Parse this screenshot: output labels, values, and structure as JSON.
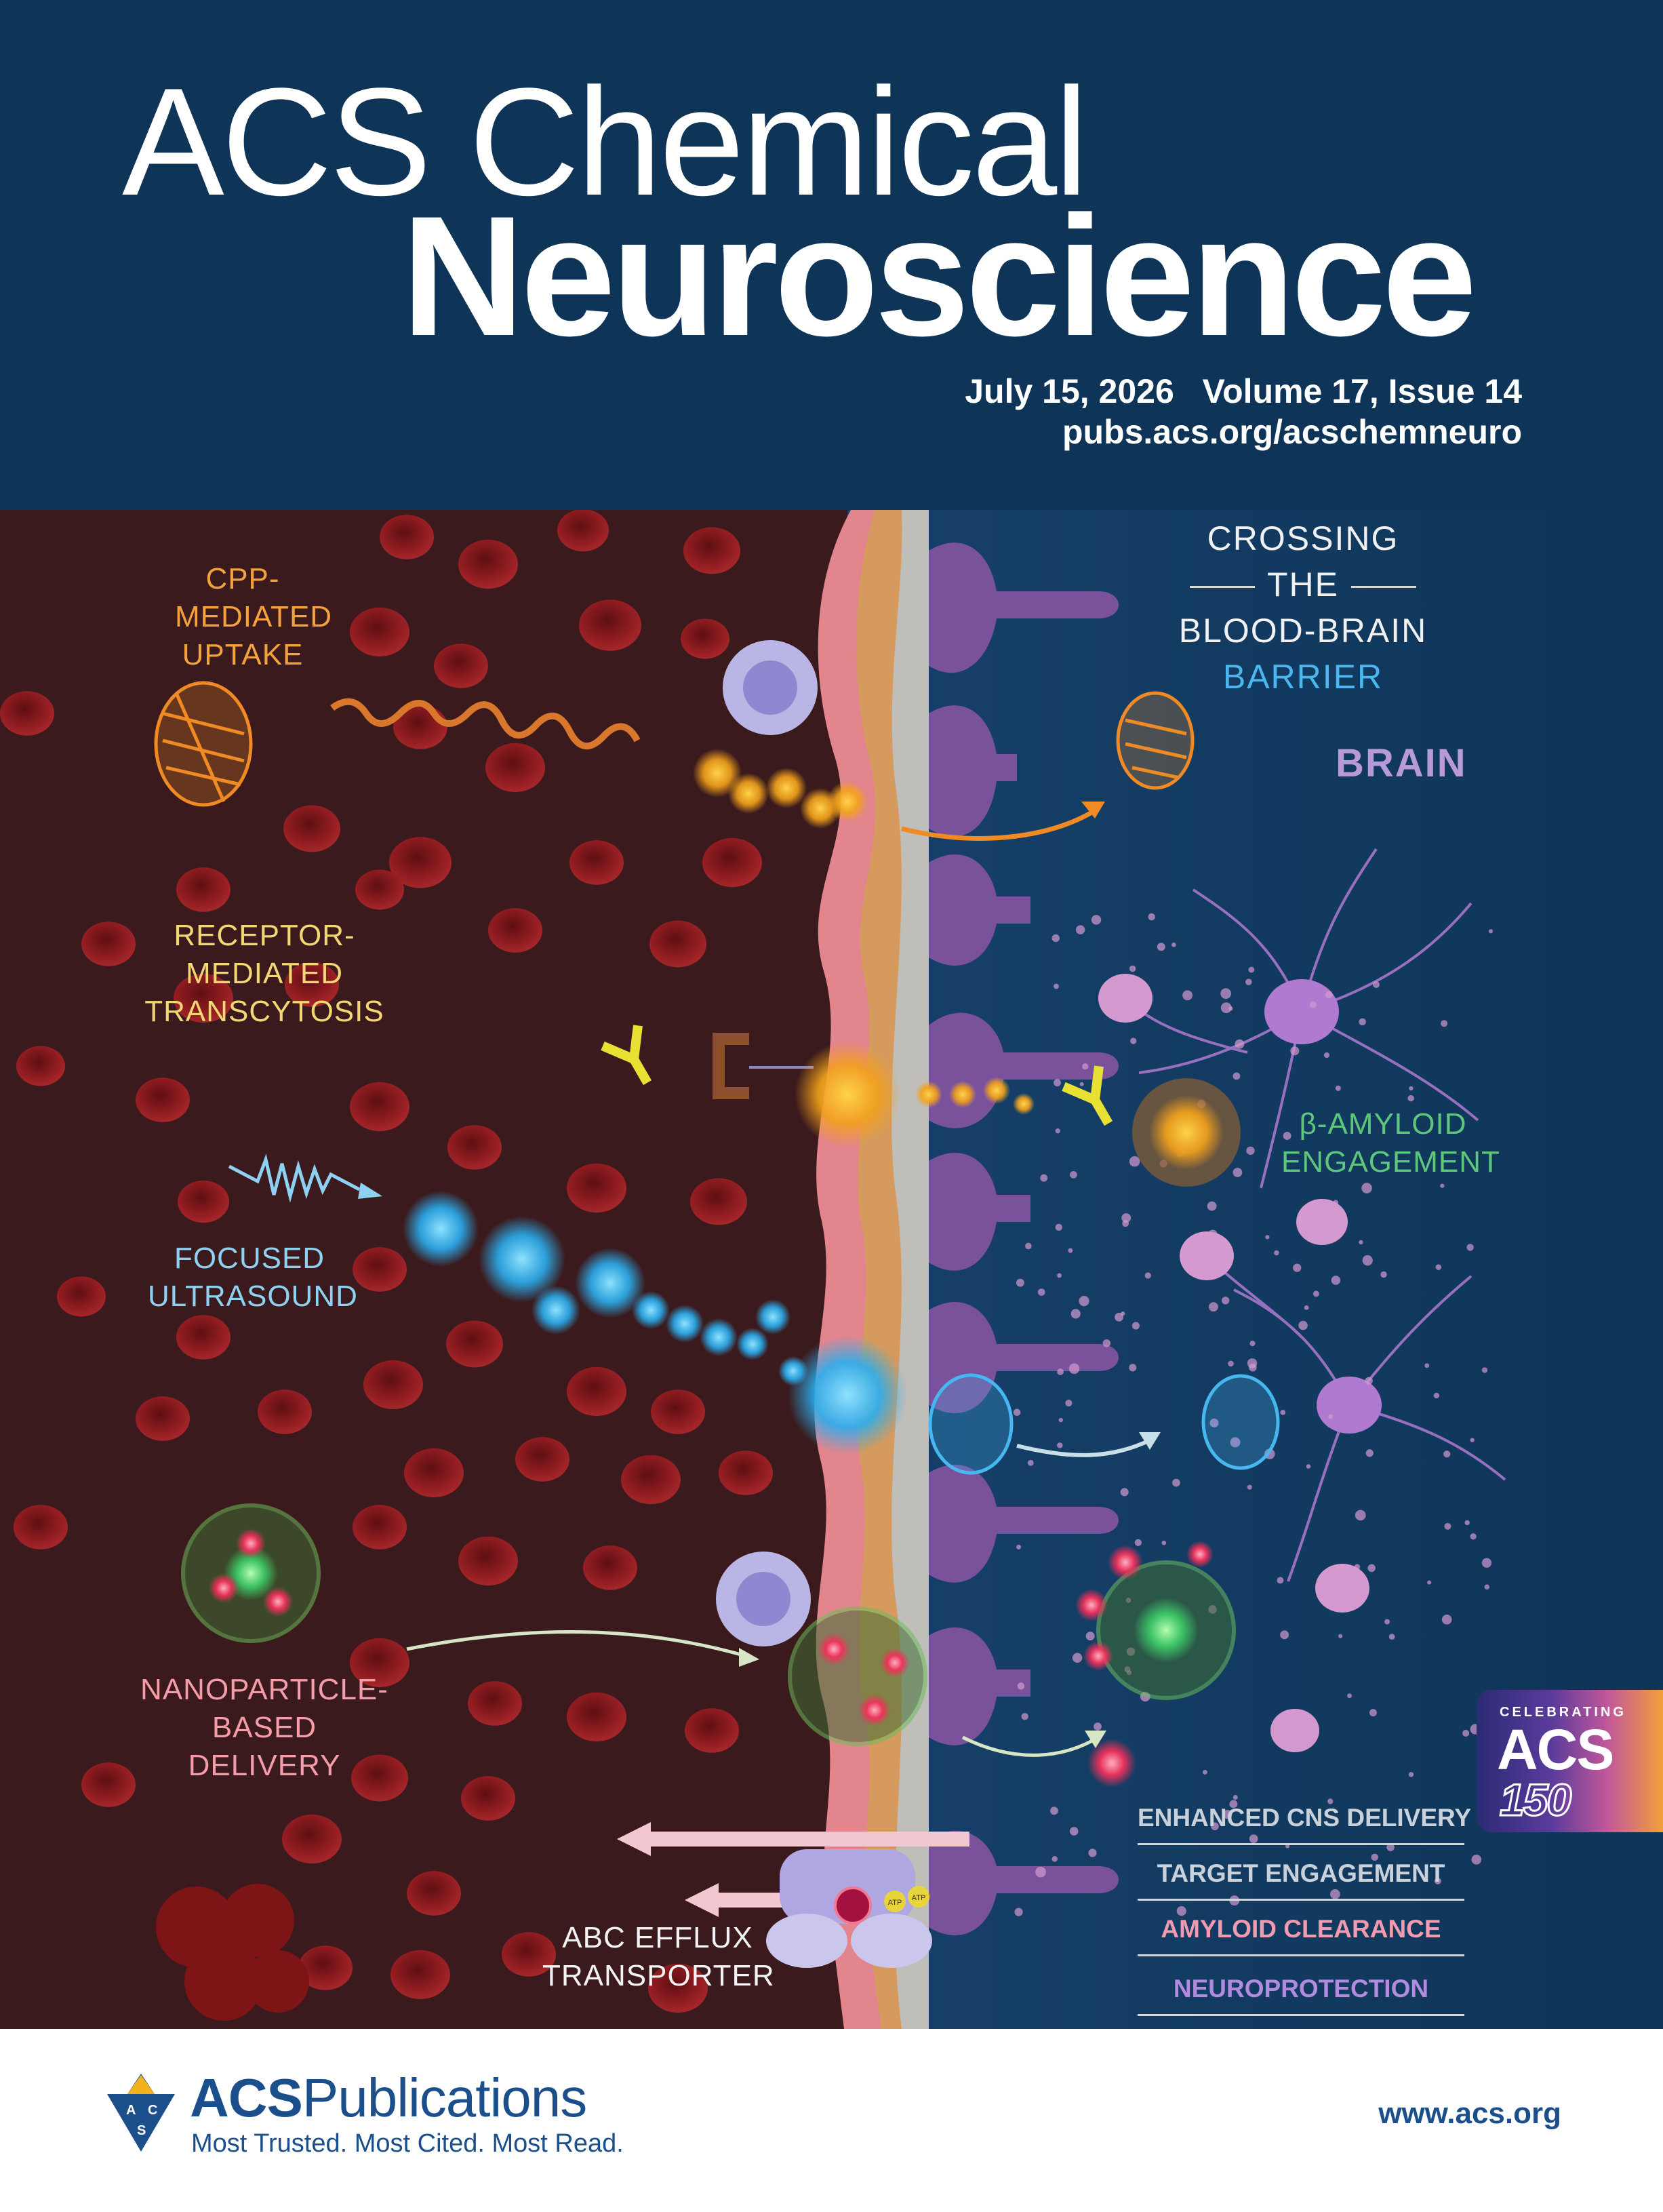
{
  "journal": {
    "title_line1": "ACS Chemical",
    "title_line2": "Neuroscience",
    "issue": "July 15, 2026   Volume 17, Issue 14",
    "url": "pubs.acs.org/acschemneuro"
  },
  "headline": {
    "line1": "CROSSING",
    "line2": "THE",
    "line3": "BLOOD-BRAIN",
    "line4": "BARRIER"
  },
  "region_label": "BRAIN",
  "mechanisms": {
    "cpp": [
      "CPP-",
      "MEDIATED",
      "UPTAKE"
    ],
    "receptor": [
      "RECEPTOR-",
      "MEDIATED",
      "TRANSCYTOSIS"
    ],
    "ultrasound": [
      "FOCUSED",
      "ULTRASOUND"
    ],
    "nanoparticle": [
      "NANOPARTICLE-",
      "BASED",
      "DELIVERY"
    ],
    "efflux": [
      "ABC EFFLUX",
      "TRANSPORTER"
    ],
    "amyloid": [
      "β-AMYLOID",
      "ENGAGEMENT"
    ],
    "atp": "ATP"
  },
  "outcomes": [
    "ENHANCED CNS DELIVERY",
    "TARGET ENGAGEMENT",
    "AMYLOID CLEARANCE",
    "NEUROPROTECTION"
  ],
  "badge": {
    "celebrating": "CELEBRATING",
    "acs": "ACS",
    "number": "150"
  },
  "footer": {
    "logo_acs": "ACS",
    "logo_pub": "Publications",
    "tagline": "Most Trusted. Most Cited. Most Read.",
    "emblem_letters": [
      "A",
      "C",
      "S"
    ],
    "website": "www.acs.org"
  },
  "colors": {
    "navy": "#0e3557",
    "blood_bg": "#3a1a1d",
    "rbc": "#8e1b1e",
    "barrier_pink": "#e3858c",
    "barrier_tan": "#d69a5e",
    "astro_purple": "#7a519b",
    "neuron_purple": "#b07ad1",
    "cpp_orange": "#f08a24",
    "antibody_yellow": "#e8e033",
    "ultrasound_blue": "#3ab6f0",
    "nano_green": "#5ec26a",
    "nano_red": "#f0305a",
    "footer_blue": "#1b4f8c"
  }
}
